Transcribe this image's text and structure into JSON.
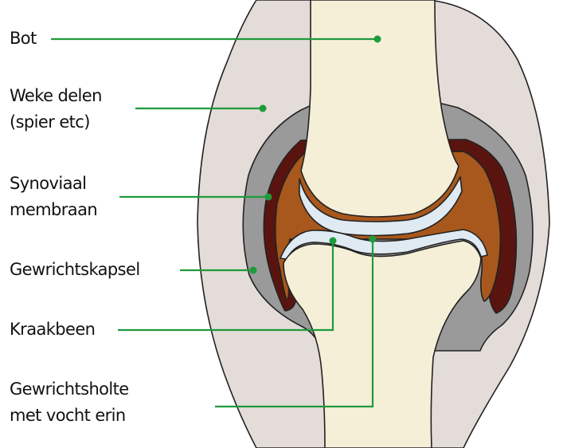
{
  "labels": {
    "bot": "Bot",
    "weke_delen_1": "Weke delen",
    "weke_delen_2": "(spier etc)",
    "synoviaal_1": "Synoviaal",
    "synoviaal_2": "membraan",
    "gewrichtskapsel": "Gewrichtskapsel",
    "kraakbeen": "Kraakbeen",
    "gewrichtsholte_1": "Gewrichtsholte",
    "gewrichtsholte_2": "met vocht erin"
  },
  "colors": {
    "soft_tissue": "#e3dcd8",
    "capsule": "#9a9a9a",
    "synovial_membrane": "#5a1410",
    "joint_cavity": "#a8581c",
    "cartilage": "#dfeaf2",
    "bone": "#f5efd8",
    "leader_line": "#1f9a3c",
    "outline": "#222222"
  }
}
